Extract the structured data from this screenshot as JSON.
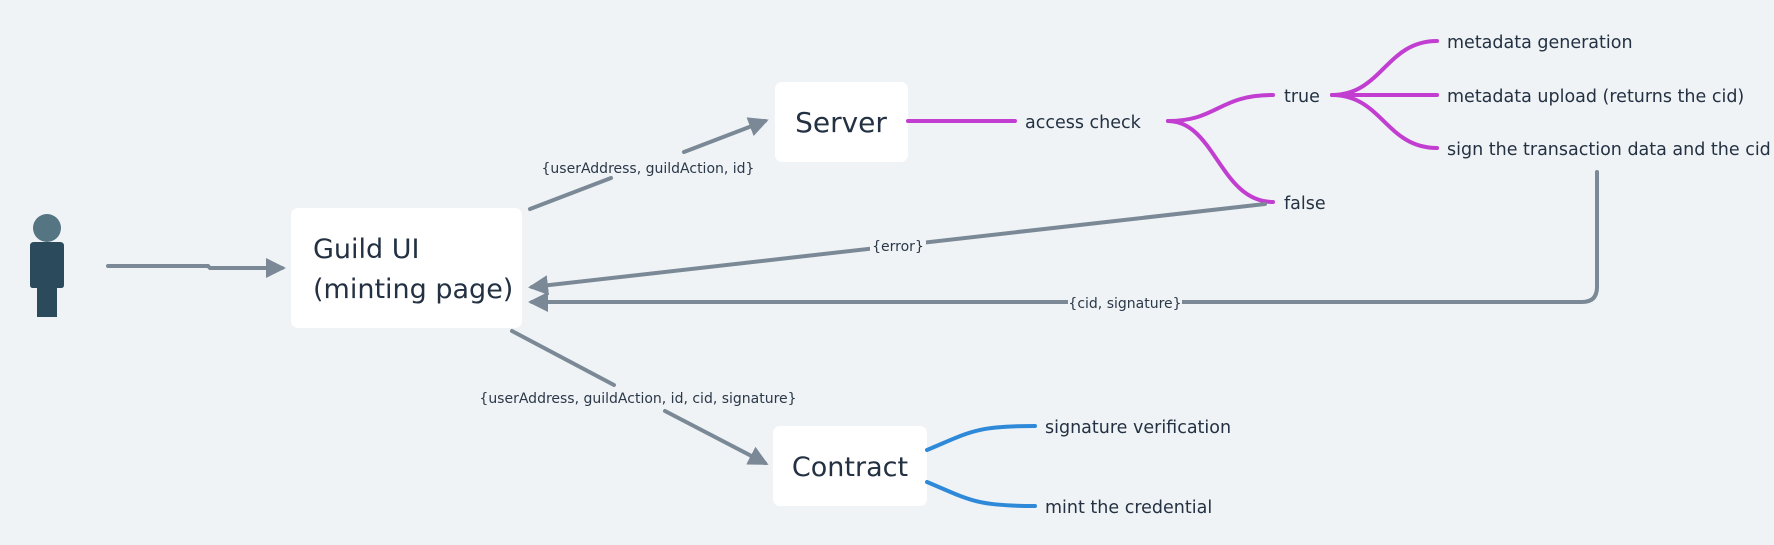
{
  "colors": {
    "background": "#eff3f6",
    "arrow": "#7b8997",
    "server_branch": "#c13ed1",
    "contract_branch": "#2f89d9",
    "node_fill": "#ffffff",
    "text": "#233142",
    "user_icon_head": "#557582",
    "user_icon_body": "#2b4b5d"
  },
  "nodes": {
    "user": {
      "icon": "person-icon"
    },
    "guild_ui": {
      "line1": "Guild UI",
      "line2": "(minting page)"
    },
    "server": {
      "label": "Server"
    },
    "contract": {
      "label": "Contract"
    }
  },
  "server_tree": {
    "access_check": "access check",
    "true_label": "true",
    "false_label": "false",
    "true_children": [
      "metadata generation",
      "metadata upload (returns the cid)",
      "sign the transaction data and the cid"
    ]
  },
  "contract_tree": {
    "children": [
      "signature verification",
      "mint the credential"
    ]
  },
  "edge_labels": {
    "to_server": "{userAddress, guildAction, id}",
    "error": "{error}",
    "cid_signature": "{cid, signature}",
    "to_contract": "{userAddress, guildAction, id, cid, signature}"
  }
}
